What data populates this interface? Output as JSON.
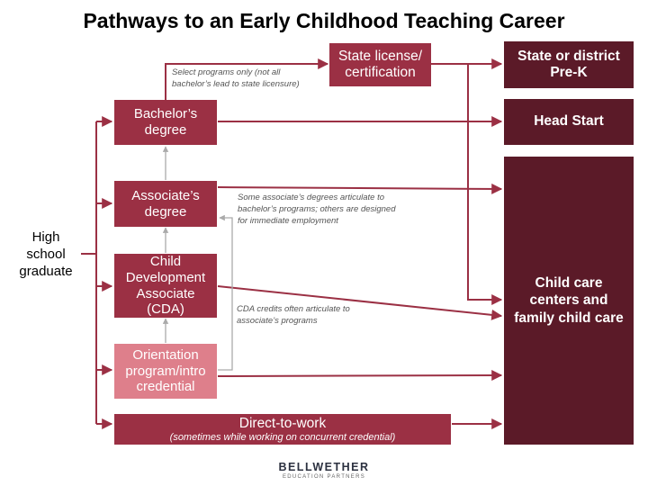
{
  "title": "Pathways to an Early Childhood Teaching Career",
  "start": "High school graduate",
  "pathways": {
    "state_license": "State license/ certification",
    "bachelors": "Bachelor’s degree",
    "associates": "Associate’s degree",
    "cda": "Child Development Associate (CDA)",
    "orientation": "Orientation program/intro credential",
    "direct_to_work": "Direct-to-work",
    "direct_to_work_note": "(sometimes while working on concurrent credential)"
  },
  "destinations": {
    "prek": "State or district Pre-K",
    "head_start": "Head Start",
    "child_care": "Child care centers and family child care"
  },
  "notes": {
    "select_programs": "Select programs only (not all bachelor’s lead to state licensure)",
    "associates_articulate": "Some associate’s degrees articulate to bachelor’s programs; others are designed for immediate employment",
    "cda_credits": "CDA credits often articulate to associate’s programs"
  },
  "logo": {
    "name": "BELLWETHER",
    "sub": "EDUCATION PARTNERS"
  },
  "colors": {
    "pathway": "#9b3044",
    "orientation": "#de7f8b",
    "destination": "#5b1a28",
    "gray_arrow": "#aaaaaa"
  }
}
